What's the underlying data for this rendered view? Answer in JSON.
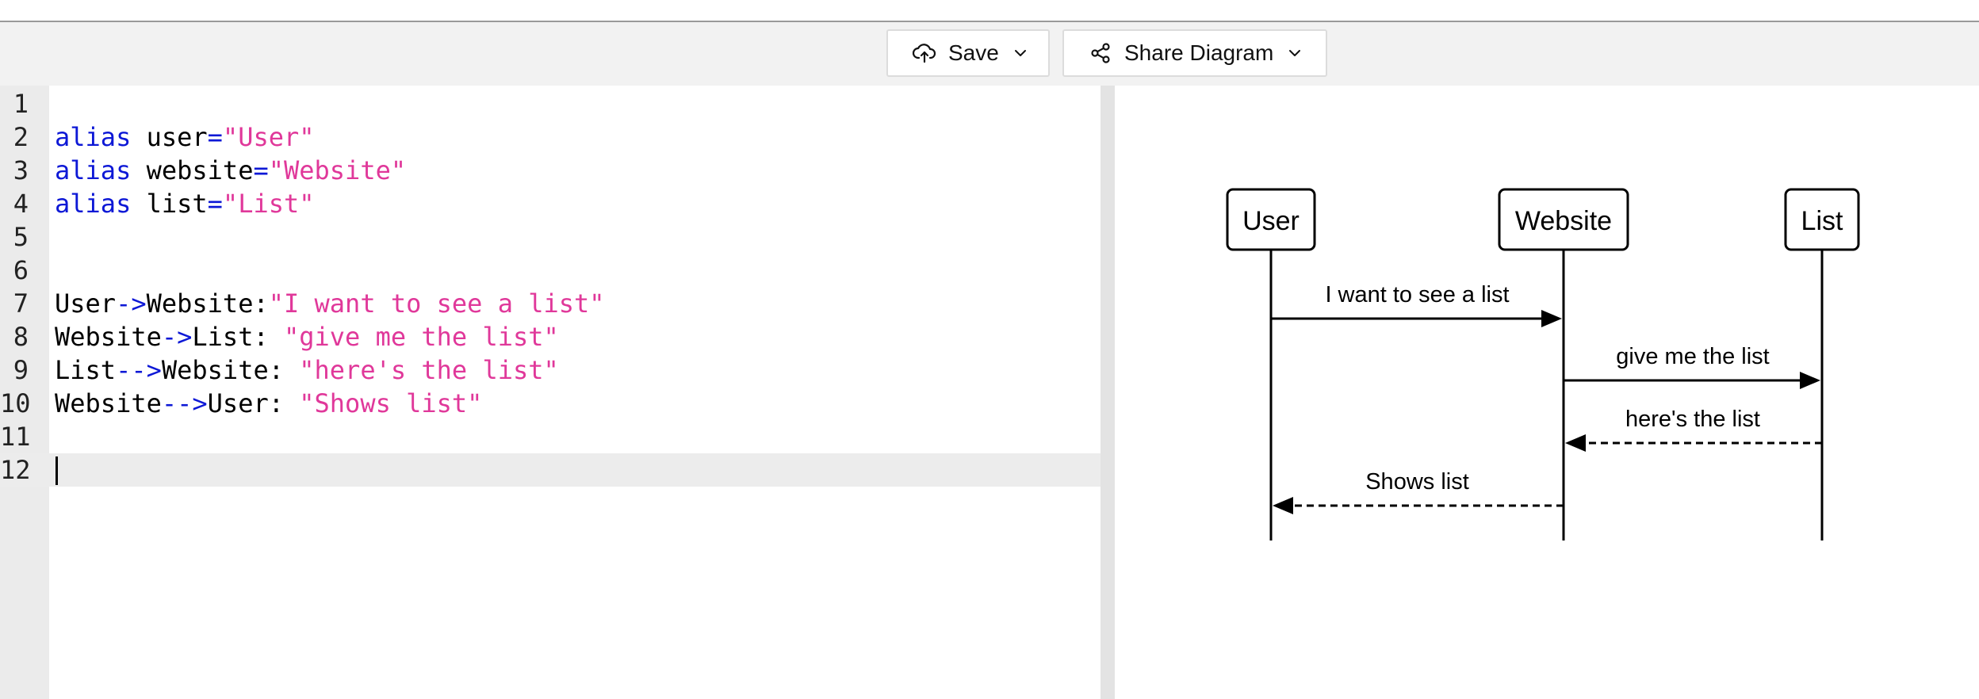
{
  "toolbar": {
    "save_label": "Save",
    "share_label": "Share Diagram"
  },
  "editor": {
    "lines": [
      {
        "number": "1",
        "text": ""
      },
      {
        "number": "2",
        "text": "alias user=\"User\""
      },
      {
        "number": "3",
        "text": "alias website=\"Website\""
      },
      {
        "number": "4",
        "text": "alias list=\"List\""
      },
      {
        "number": "5",
        "text": ""
      },
      {
        "number": "6",
        "text": ""
      },
      {
        "number": "7",
        "text": "User->Website:\"I want to see a list\""
      },
      {
        "number": "8",
        "text": "Website->List: \"give me the list\""
      },
      {
        "number": "9",
        "text": "List-->Website: \"here's the list\""
      },
      {
        "number": "10",
        "text": "Website-->User: \"Shows list\""
      },
      {
        "number": "11",
        "text": ""
      },
      {
        "number": "12",
        "text": ""
      }
    ],
    "active_line": 12
  },
  "diagram": {
    "participants": [
      {
        "id": "user",
        "label": "User"
      },
      {
        "id": "website",
        "label": "Website"
      },
      {
        "id": "list",
        "label": "List"
      }
    ],
    "messages": [
      {
        "from": "user",
        "to": "website",
        "label": "I want to see a list",
        "style": "solid"
      },
      {
        "from": "website",
        "to": "list",
        "label": "give me the list",
        "style": "solid"
      },
      {
        "from": "list",
        "to": "website",
        "label": "here's the list",
        "style": "dashed"
      },
      {
        "from": "website",
        "to": "user",
        "label": "Shows list",
        "style": "dashed"
      }
    ]
  },
  "colors": {
    "keyword": "#0d18d6",
    "operator": "#0d18d6",
    "string": "#e0389a",
    "gutter": "#ebebeb",
    "toolbar": "#f2f2f2"
  },
  "icons": {
    "save": "cloud-upload-icon",
    "share": "share-icon",
    "dropdown": "chevron-down-icon"
  }
}
